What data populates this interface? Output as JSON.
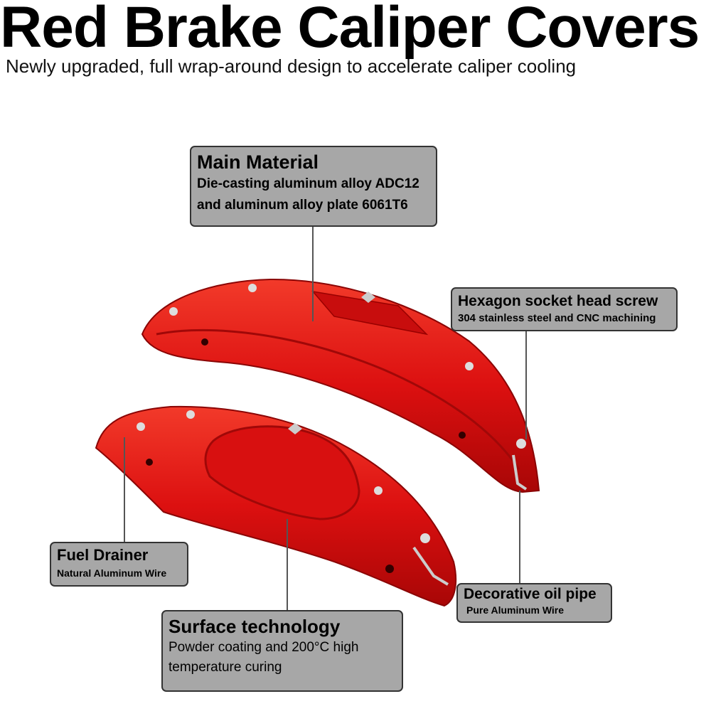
{
  "header": {
    "title": "Red Brake Caliper Covers",
    "subtitle": "Newly upgraded, full wrap-around design to accelerate caliper cooling"
  },
  "callouts": {
    "main_material": {
      "title": "Main Material",
      "line1": "Die-casting aluminum alloy ADC12",
      "line2": "and aluminum alloy plate 6061T6"
    },
    "hex_screw": {
      "title": "Hexagon socket head screw",
      "line1": "304 stainless steel and CNC machining"
    },
    "fuel_drainer": {
      "title": "Fuel Drainer",
      "line1": "Natural Aluminum Wire"
    },
    "oil_pipe": {
      "title": "Decorative oil pipe",
      "line1": "Pure Aluminum Wire"
    },
    "surface": {
      "title": "Surface technology",
      "line1": "Powder coating and 200°C high",
      "line2": "temperature curing"
    }
  },
  "colors": {
    "caliper": "#e01010",
    "box": "#a7a7a7"
  }
}
